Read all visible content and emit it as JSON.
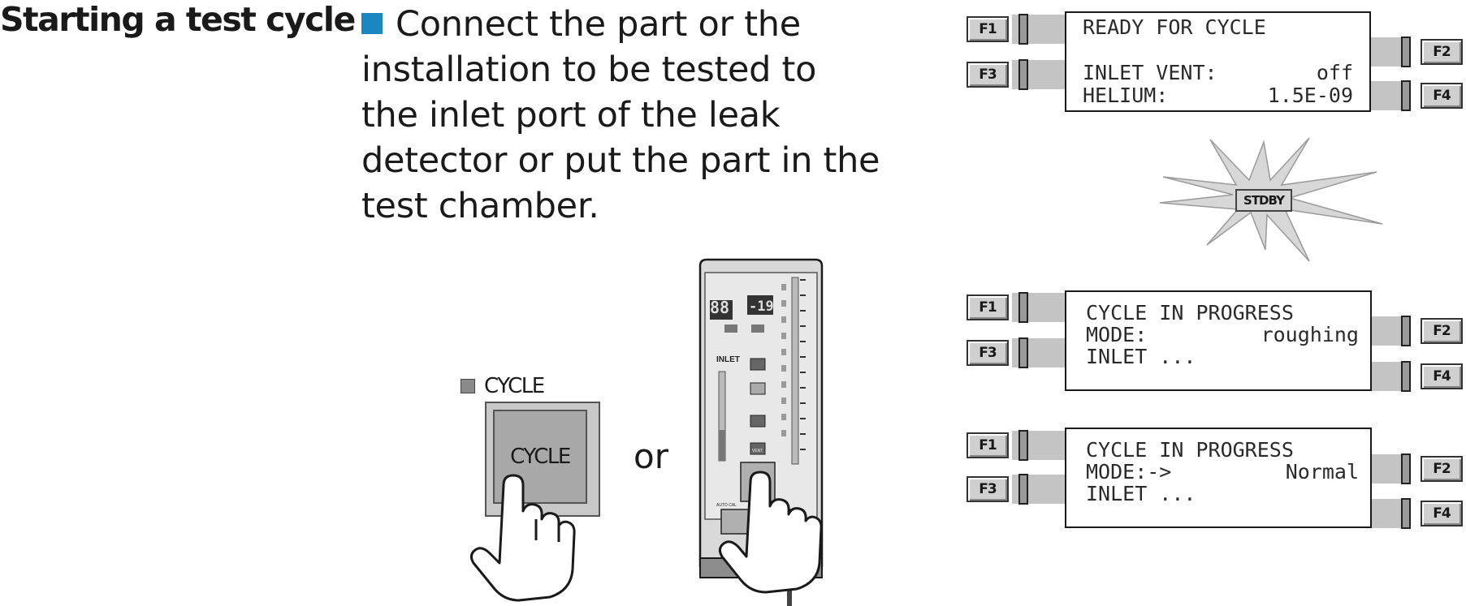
{
  "heading": "Starting a test cycle",
  "instruction": "Connect the part or the installation to be tested to the inlet port of the leak detector or put the part in the test chamber.",
  "cycle_button": {
    "indicator_label": "CYCLE",
    "key_label": "CYCLE"
  },
  "or_text": "or",
  "device_panel": {
    "display_left": "88",
    "display_right": "-19",
    "inlet_label": "INLET",
    "key_labels": [
      "VENT",
      "AUTO CAL"
    ]
  },
  "stdby_label": "STDBY",
  "function_keys": [
    "F1",
    "F2",
    "F3",
    "F4"
  ],
  "screens": [
    {
      "lines": [
        {
          "key": "READY FOR CYCLE",
          "value": ""
        },
        {
          "key": "",
          "value": ""
        },
        {
          "key": "INLET VENT:",
          "value": "off"
        },
        {
          "key": "HELIUM:",
          "value": "1.5E-09"
        }
      ]
    },
    {
      "lines": [
        {
          "key": "CYCLE IN PROGRESS",
          "value": ""
        },
        {
          "key": "MODE:",
          "value": "roughing"
        },
        {
          "key": "INLET ...",
          "value": ""
        }
      ]
    },
    {
      "lines": [
        {
          "key": "CYCLE IN PROGRESS",
          "value": ""
        },
        {
          "key": "MODE:->",
          "value": "Normal"
        },
        {
          "key": "INLET ...",
          "value": ""
        }
      ]
    }
  ],
  "colors": {
    "bullet": "#1a87c2",
    "connector": "#c4c4c4"
  }
}
